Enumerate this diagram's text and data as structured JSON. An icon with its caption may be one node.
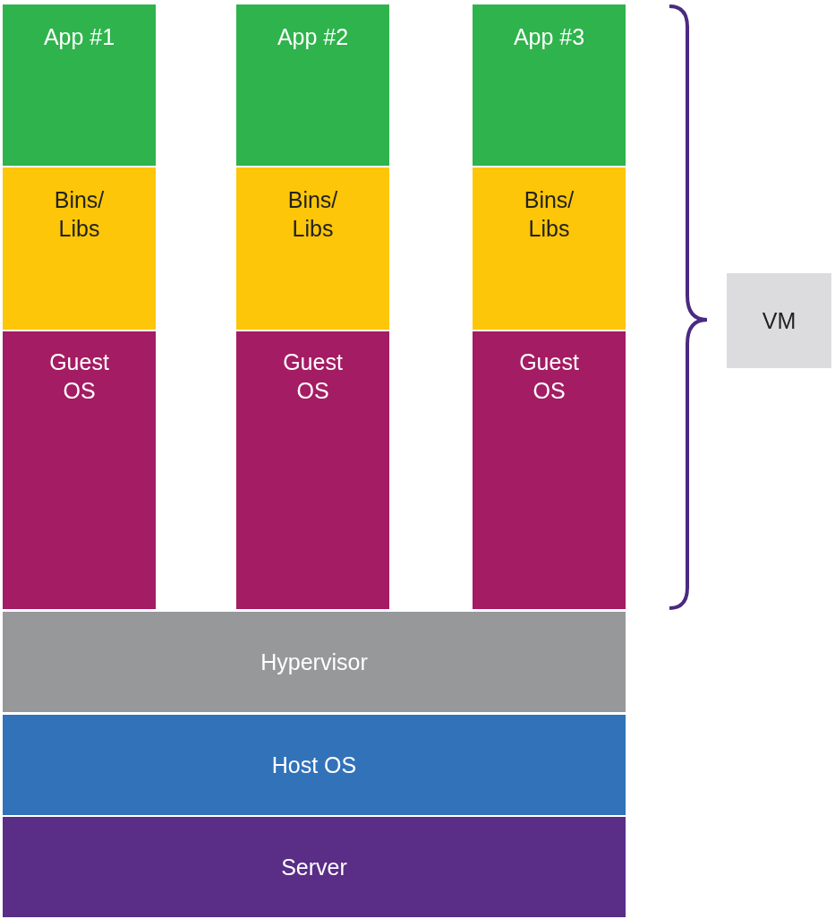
{
  "diagram": {
    "nodes": [
      {
        "text": [
          "App #1"
        ]
      },
      {
        "text": [
          "App #2"
        ]
      },
      {
        "text": [
          "App #3"
        ]
      },
      {
        "text": [
          "Bins/ Libs"
        ]
      },
      {
        "text": [
          "Bins/ Libs"
        ]
      },
      {
        "text": [
          "Bins/ Libs"
        ]
      },
      {
        "text": [
          "Guest OS"
        ]
      },
      {
        "text": [
          "Guest OS"
        ]
      },
      {
        "text": [
          "Guest OS"
        ]
      },
      {
        "text": [
          "Hypervisor"
        ]
      },
      {
        "text": [
          "Host OS"
        ]
      },
      {
        "text": [
          "Server"
        ]
      },
      {
        "text": [
          "VM"
        ]
      }
    ]
  }
}
